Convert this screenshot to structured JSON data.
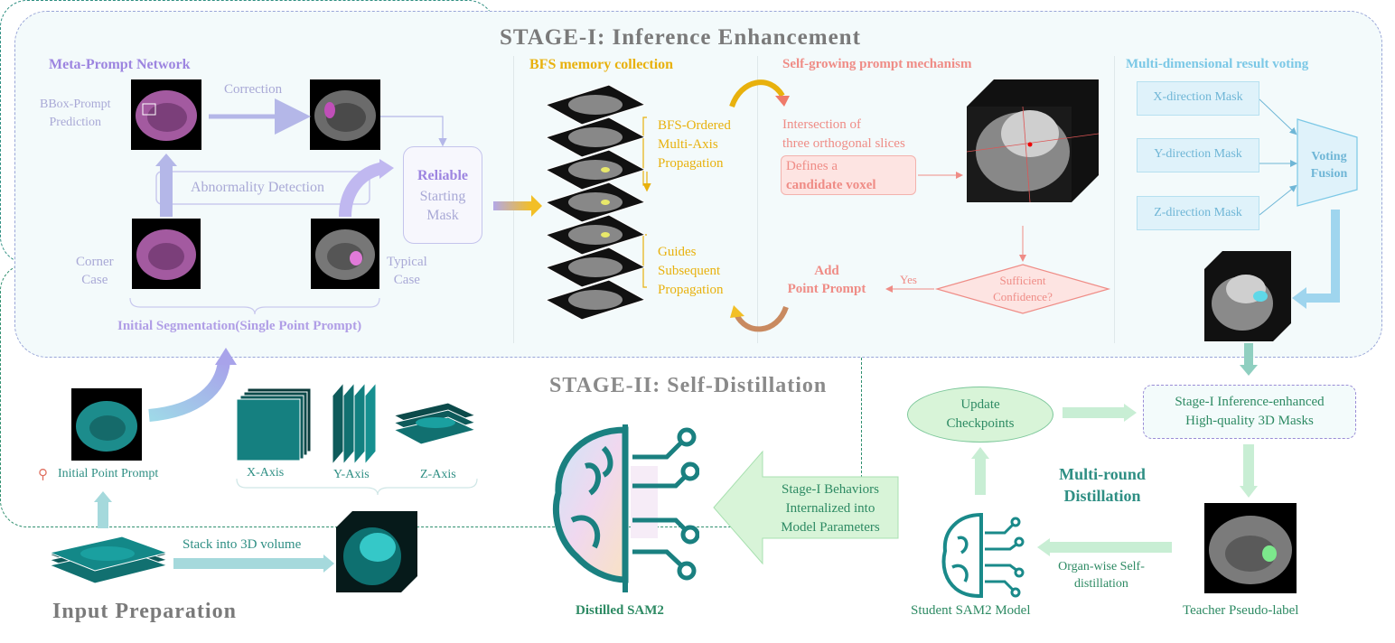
{
  "stage1": {
    "title": "STAGE-I: Inference Enhancement",
    "meta_prompt": {
      "heading": "Meta-Prompt Network",
      "bbox_label": "BBox-Prompt\nPrediction",
      "correction": "Correction",
      "abnormality": "Abnormality Detection",
      "reliable_bold": "Reliable",
      "reliable_rest": "Starting\nMask",
      "corner_case": "Corner\nCase",
      "typical_case": "Typical\nCase",
      "initial_seg": "Initial Segmentation(Single Point Prompt)"
    },
    "bfs": {
      "heading": "BFS memory collection",
      "ordered": "BFS-Ordered\nMulti-Axis\nPropagation",
      "guides": "Guides\nSubsequent\nPropagation"
    },
    "self_growing": {
      "heading": "Self-growing prompt mechanism",
      "intersection": "Intersection of\nthree orthogonal slices",
      "defines": "Defines a",
      "candidate": "candidate voxel",
      "confidence": "Sufficient\nConfidence?",
      "yes": "Yes",
      "add_point": "Add\nPoint Prompt"
    },
    "voting": {
      "heading": "Multi-dimensional result voting",
      "x_mask": "X-direction Mask",
      "y_mask": "Y-direction Mask",
      "z_mask": "Z-direction Mask",
      "fusion": "Voting\nFusion"
    }
  },
  "input_prep": {
    "title": "Input Preparation",
    "initial_point": "Initial Point Prompt",
    "x_axis": "X-Axis",
    "y_axis": "Y-Axis",
    "z_axis": "Z-Axis",
    "stack": "Stack into 3D volume"
  },
  "stage2": {
    "title": "STAGE-II: Self-Distillation",
    "update": "Update\nCheckpoints",
    "masks": "Stage-I Inference-enhanced\nHigh-quality 3D Masks",
    "multi_round": "Multi-round\nDistillation",
    "behaviors": "Stage-I Behaviors\nInternalized into\nModel Parameters",
    "distilled": "Distilled SAM2",
    "student": "Student SAM2 Model",
    "organ": "Organ-wise Self-\ndistillation",
    "teacher": "Teacher Pseudo-label"
  },
  "colors": {
    "purple": "#9d85e0",
    "gold": "#e8b10d",
    "red": "#ef8c86",
    "blue": "#7bc8e6",
    "teal": "#2f8f84",
    "green": "#2d8a63"
  }
}
